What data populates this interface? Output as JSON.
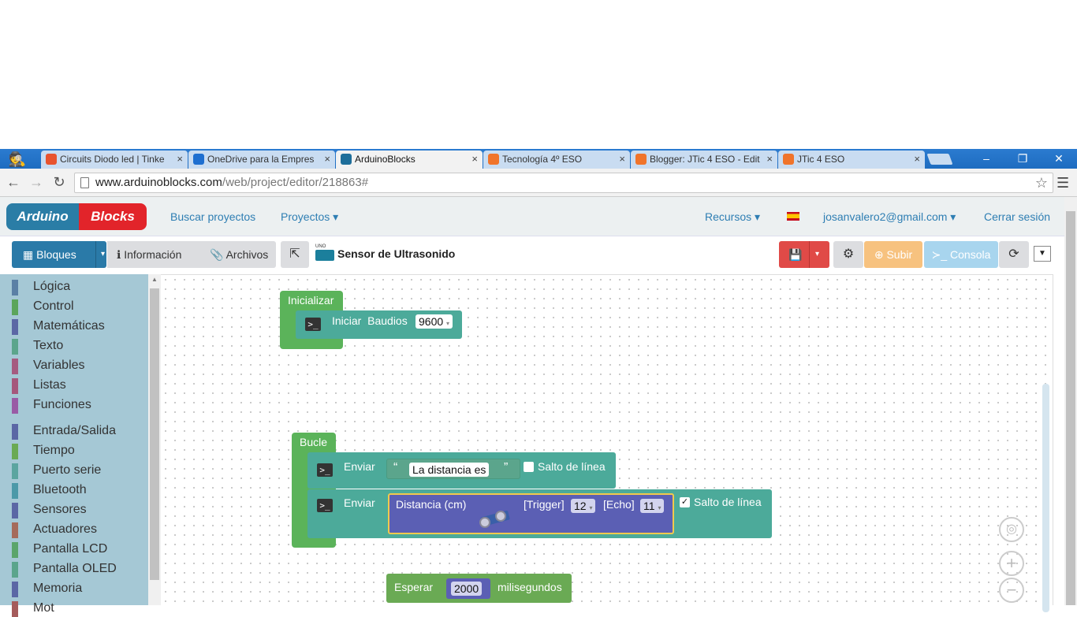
{
  "browser": {
    "tabs": [
      {
        "title": "Circuits Diodo led | Tinke",
        "fav": "#e8532e",
        "active": false
      },
      {
        "title": "OneDrive para la Empres",
        "fav": "#1e6fd0",
        "active": false
      },
      {
        "title": "ArduinoBlocks",
        "fav": "#1e6e9a",
        "active": true
      },
      {
        "title": "Tecnología 4º ESO",
        "fav": "#f0742b",
        "active": false
      },
      {
        "title": "Blogger: JTic 4 ESO - Edit",
        "fav": "#f0742b",
        "active": false
      },
      {
        "title": "JTic 4 ESO",
        "fav": "#f0742b",
        "active": false
      }
    ],
    "url_host": "www.arduinoblocks.com",
    "url_path": "/web/project/editor/218863#",
    "close_glyph": "×"
  },
  "nav": {
    "logo_left": "Arduino",
    "logo_right": "Blocks",
    "search_projects": "Buscar proyectos",
    "projects": "Proyectos ▾",
    "resources": "Recursos ▾",
    "user": "josanvalero2@gmail.com ▾",
    "logout": "Cerrar sesión"
  },
  "toolbar": {
    "blocks": "Bloques",
    "info": "Información",
    "files": "Archivos",
    "board_label": "UNO",
    "project_title": "Sensor de Ultrasonido",
    "upload": "Subir",
    "console": "Consola"
  },
  "categories": [
    {
      "label": "Lógica",
      "color": "#5b80a5"
    },
    {
      "label": "Control",
      "color": "#5ba55b"
    },
    {
      "label": "Matemáticas",
      "color": "#5b67a5"
    },
    {
      "label": "Texto",
      "color": "#5ba58c"
    },
    {
      "label": "Variables",
      "color": "#a55b80"
    },
    {
      "label": "Listas",
      "color": "#a5577c"
    },
    {
      "label": "Funciones",
      "color": "#995ba5"
    },
    {
      "label": "Entrada/Salida",
      "color": "#5b67a5"
    },
    {
      "label": "Tiempo",
      "color": "#6aaa54"
    },
    {
      "label": "Puerto serie",
      "color": "#5ba5a0"
    },
    {
      "label": "Bluetooth",
      "color": "#4c99a8"
    },
    {
      "label": "Sensores",
      "color": "#5b67a5"
    },
    {
      "label": "Actuadores",
      "color": "#a56b5b"
    },
    {
      "label": "Pantalla LCD",
      "color": "#5ba56b"
    },
    {
      "label": "Pantalla OLED",
      "color": "#5ba58c"
    },
    {
      "label": "Memoria",
      "color": "#5b67a5"
    },
    {
      "label": "Mot",
      "color": "#a55b5b"
    }
  ],
  "blocks": {
    "init_label": "Inicializar",
    "init_stmt": "Iniciar  Baudios",
    "baud": "9600",
    "loop_label": "Bucle",
    "send1": "Enviar",
    "text_open": "“",
    "text_value": "La distancia es",
    "text_close": "”",
    "newline1": "Salto de línea",
    "send2": "Enviar",
    "distance_label": "Distancia (cm)",
    "trigger_label": "[Trigger]",
    "trigger_pin": "12",
    "echo_label": "[Echo]",
    "echo_pin": "11",
    "newline2": "Salto de línea",
    "checkmark": "✓",
    "wait_label": "Esperar",
    "wait_value": "2000",
    "wait_unit": "milisegundos"
  }
}
